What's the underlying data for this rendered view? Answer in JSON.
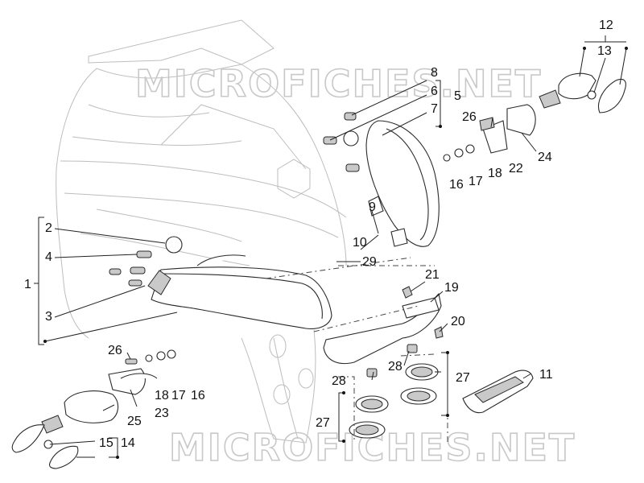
{
  "watermark": "MICROFICHES.NET",
  "callouts": {
    "c1": "1",
    "c2": "2",
    "c3": "3",
    "c4": "4",
    "c5": "5",
    "c6": "6",
    "c7": "7",
    "c8": "8",
    "c9": "9",
    "c10": "10",
    "c11": "11",
    "c12": "12",
    "c13": "13",
    "c14": "14",
    "c15": "15",
    "c16a": "16",
    "c16b": "16",
    "c17a": "17",
    "c17b": "17",
    "c18a": "18",
    "c18b": "18",
    "c19": "19",
    "c20": "20",
    "c21": "21",
    "c22": "22",
    "c23": "23",
    "c24": "24",
    "c25": "25",
    "c26a": "26",
    "c26b": "26",
    "c27a": "27",
    "c27b": "27",
    "c28a": "28",
    "c28b": "28",
    "c29": "29"
  }
}
